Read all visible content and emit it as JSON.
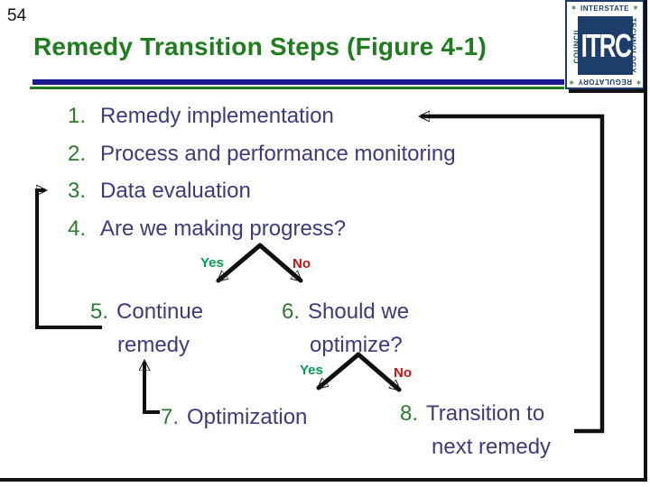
{
  "page": {
    "number": "54"
  },
  "header": {
    "title": "Remedy Transition Steps (Figure 4-1)"
  },
  "logo": {
    "center": "ITRC",
    "top": "INTERSTATE",
    "bottom": "REGULATORY",
    "left": "COUNCIL",
    "right": "TECHNOLOGY",
    "star": "✶"
  },
  "flow": {
    "steps": [
      {
        "num": "1.",
        "text": "Remedy implementation"
      },
      {
        "num": "2.",
        "text": "Process and performance monitoring"
      },
      {
        "num": "3.",
        "text": "Data evaluation"
      },
      {
        "num": "4.",
        "text": "Are we making progress?"
      },
      {
        "num": "5.",
        "line1": "Continue",
        "line2": "remedy"
      },
      {
        "num": "6.",
        "line1": "Should we",
        "line2": "optimize?"
      },
      {
        "num": "7.",
        "text": "Optimization"
      },
      {
        "num": "8.",
        "line1": "Transition to",
        "line2": "next remedy"
      }
    ],
    "branch_labels": {
      "yes": "Yes",
      "no": "No"
    }
  },
  "colors": {
    "title_green": "#1f7c1f",
    "number_green": "#2c7a2c",
    "body_navy": "#3b3b7d",
    "yes_green": "#00a050",
    "no_red": "#d01010",
    "divider_navy": "#1a1a8f",
    "divider_green": "#207a20",
    "logo_navy": "#1d3d6b",
    "arrow_black": "#111111"
  }
}
